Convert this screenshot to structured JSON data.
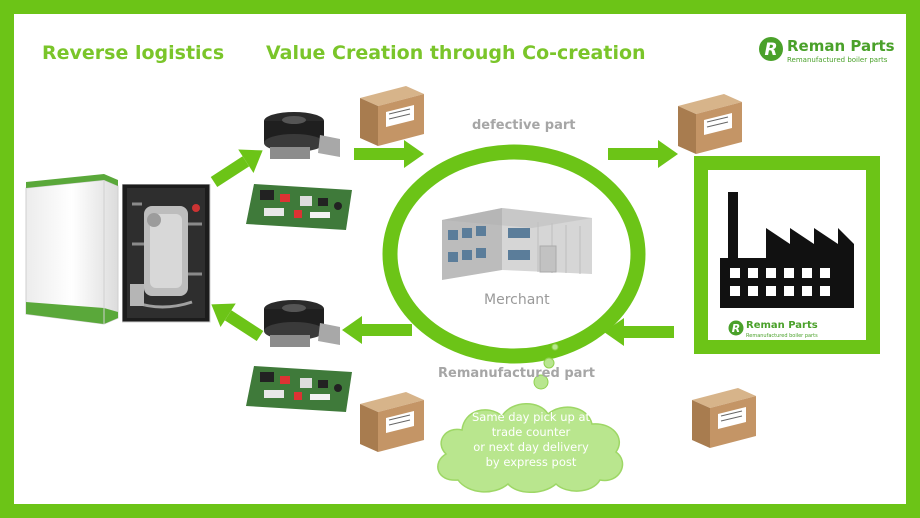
{
  "titles": {
    "left": "Reverse logistics",
    "center": "Value Creation through Co-creation"
  },
  "logo": {
    "mark": "R",
    "name": "Reman Parts",
    "tagline": "Remanufactured boiler parts"
  },
  "factory_logo": {
    "name": "Reman Parts",
    "tagline": "Remanufactured boiler parts"
  },
  "labels": {
    "defective": "defective part",
    "merchant": "Merchant",
    "remanufactured": "Remanufactured part"
  },
  "cloud": {
    "lines": [
      "Same day pick up at",
      "trade counter",
      "or next day delivery",
      "by express post"
    ]
  },
  "colors": {
    "green": "#6cc417",
    "title_green": "#7ac52a",
    "label_grey": "#a6a6a6"
  },
  "icons": [
    "boiler-icon",
    "boiler-open-icon",
    "fan-icon",
    "circuit-board-icon",
    "parcel-box-icon",
    "warehouse-icon",
    "factory-icon",
    "arrow-icon",
    "cloud-icon"
  ]
}
